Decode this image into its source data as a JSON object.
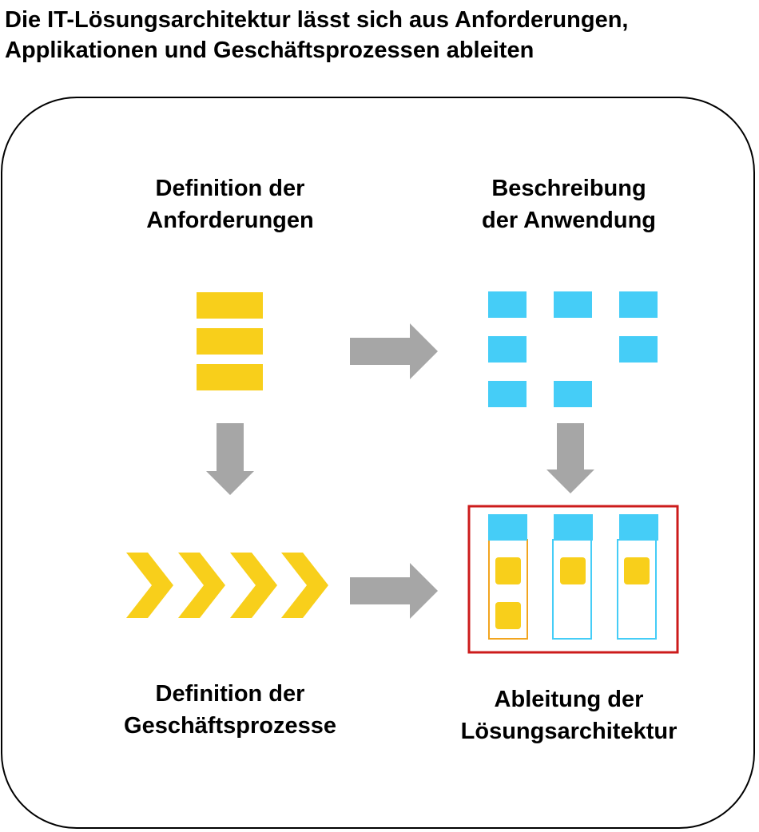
{
  "title": {
    "line1": "Die IT-Lösungsarchitektur lässt sich aus Anforderungen,",
    "line2": "Applikationen und Geschäftsprozessen ableiten"
  },
  "nodes": {
    "requirements": {
      "line1": "Definition der",
      "line2": "Anforderungen"
    },
    "application": {
      "line1": "Beschreibung",
      "line2": "der Anwendung"
    },
    "processes": {
      "line1": "Definition der",
      "line2": "Geschäftsprozesse"
    },
    "architecture": {
      "line1": "Ableitung der",
      "line2": "Lösungsarchitektur"
    }
  },
  "colors": {
    "yellow": "#F8CF1B",
    "blue": "#45CDF7",
    "orange": "#F2A51F",
    "arrow": "#A6A6A6",
    "highlight": "#CC1B1B",
    "frame": "#000000"
  }
}
